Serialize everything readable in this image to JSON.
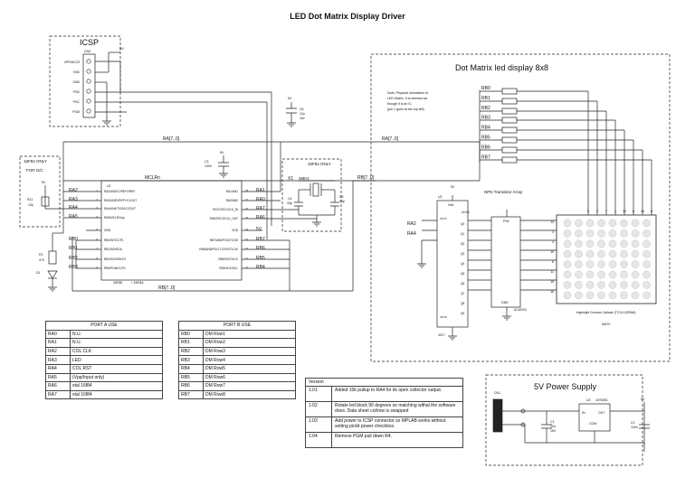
{
  "title": "LED Dot Matrix Display Driver",
  "icsp": {
    "heading": "ICSP",
    "ref": "CN3",
    "vcc": "5V",
    "pins": [
      "VPP/MCLR",
      "VDD",
      "GND",
      "PGD",
      "PGC",
      "PGM"
    ]
  },
  "f84_note": [
    "16F84 ONLY",
    "FOR O/C"
  ],
  "f84_osc": "16F84 ONLY",
  "pullup": {
    "ref": "R11",
    "value": "10k",
    "rail": "5V"
  },
  "led": {
    "r_ref": "R1",
    "r_val": "470",
    "d_ref": "D1"
  },
  "cap3": {
    "ref": "C3",
    "value": "100n",
    "rail": "5V"
  },
  "cap_icsp": {
    "ref": "C6",
    "value": "10u",
    "volt": "16v",
    "rail": "5V"
  },
  "crystal": {
    "ref": "X1",
    "value": "4MHz",
    "c4": "C4",
    "c4v": "33p",
    "c5": "C5",
    "c5v": "33p"
  },
  "mcu": {
    "ref": "U1",
    "part": "16F88",
    "alt": "/ 16F84",
    "mclr": "MCLRn",
    "left_pins": [
      {
        "n": "17",
        "name": "RA0/AN0",
        "net": ""
      },
      {
        "n": "18",
        "name": "RA1/AN1",
        "net": ""
      },
      {
        "n": "1",
        "name": "RA2/AN2/CVREF/VREF-",
        "net": "RA2"
      },
      {
        "n": "2",
        "name": "RA3/AN3/VREF+/C1OUT",
        "net": "RA3"
      },
      {
        "n": "3",
        "name": "RA4/AN4/T0CKI/C2OUT",
        "net": "RA4"
      },
      {
        "n": "4",
        "name": "RA5/MCLR/Vpp",
        "net": "RA5"
      },
      {
        "n": "5",
        "name": "GND",
        "net": ""
      },
      {
        "n": "6",
        "name": "RB0/INT/CCP1",
        "net": "RB0"
      },
      {
        "n": "7",
        "name": "RB1/SDI/SDA",
        "net": "RB1"
      },
      {
        "n": "8",
        "name": "RB2/SDO/RX/DT",
        "net": "RB2"
      },
      {
        "n": "9",
        "name": "RB3/PGM/CCP1",
        "net": "RB3"
      }
    ],
    "right_pins": [
      {
        "n": "18",
        "name": "RA1/AN1",
        "net": "RA1"
      },
      {
        "n": "17",
        "name": "RA0/AN0",
        "net": "RA0"
      },
      {
        "n": "15",
        "name": "RA7/OSC1/CLK_IN",
        "net": "RA7"
      },
      {
        "n": "16",
        "name": "RA6/OSC2/CLK_OUT",
        "net": "RA6"
      },
      {
        "n": "14",
        "name": "VDD",
        "net": "5V"
      },
      {
        "n": "13",
        "name": "RB7/AN6/PGD/T1OSI",
        "net": "RB7"
      },
      {
        "n": "12",
        "name": "RB6/AN5/PGC/T1OSO/T1CKI",
        "net": "RB6"
      },
      {
        "n": "11",
        "name": "RB5/SS/TX/CK",
        "net": "RB5"
      },
      {
        "n": "10",
        "name": "RB4/SCK/SCL",
        "net": "RB4"
      }
    ]
  },
  "buses": {
    "ra": "RA[7..0]",
    "rb": "RB[7..0]"
  },
  "display": {
    "title": "Dot Matrix led display 8x8",
    "note": [
      "Note: Physical orientation of",
      "LED Matrix.  It is oriented as",
      "though it is an IC",
      "(pin 1 goes at the top left)"
    ],
    "rows": [
      "RB0",
      "RB1",
      "RB2",
      "RB3",
      "RB4",
      "RB5",
      "RB6",
      "RB7"
    ],
    "col_pins": [
      "5",
      "2",
      "7",
      "1",
      "12",
      "8",
      "14",
      "9"
    ],
    "row_pins": [
      "13",
      "3",
      "4",
      "10",
      "6",
      "11",
      "15",
      "16"
    ],
    "part_label": "brightright Common Cathode (TC15-11SRWA)",
    "part_ref": "MATX"
  },
  "npn": {
    "title": "NPN Transistor Array",
    "u2": "U2",
    "vdd": "Vdd",
    "vcc": "5V",
    "ref": "ULN1",
    "part": "ULN2003",
    "in_nets": [
      "RA2",
      "RA4"
    ],
    "cnt_labels": [
      "CNT1",
      "CNT0"
    ],
    "pin_label": "P/W",
    "gnd": "GND",
    "u3": "4017",
    "u3pins": [
      "Q0",
      "Q1",
      "Q2",
      "Q3",
      "Q4",
      "Q5",
      "Q6",
      "Q7",
      "Q8",
      "Q9"
    ]
  },
  "port_a": {
    "title": "PORT A USE",
    "rows": [
      [
        "RA0",
        "N.U."
      ],
      [
        "RA1",
        "N.U."
      ],
      [
        "RA2",
        "COL CLK"
      ],
      [
        "RA3",
        "LED"
      ],
      [
        "RA4",
        "COL RST"
      ],
      [
        "RA5",
        "(Vpp/Input only)"
      ],
      [
        "RA6",
        "xtal 16f84"
      ],
      [
        "RA7",
        "xtal 16f84"
      ]
    ]
  },
  "port_b": {
    "title": "PORT B USE",
    "rows": [
      [
        "RB0",
        "DM Row1"
      ],
      [
        "RB1",
        "DM Row2"
      ],
      [
        "RB2",
        "DM Row3"
      ],
      [
        "RB3",
        "DM Row4"
      ],
      [
        "RB4",
        "DM Row5"
      ],
      [
        "RB5",
        "DM Row6"
      ],
      [
        "RB6",
        "DM Row7"
      ],
      [
        "RB7",
        "DM Row8"
      ]
    ]
  },
  "versions": {
    "header": "Version",
    "rows": [
      [
        "1.01",
        "Added 10k pullup to RA4 for its open collector output."
      ],
      [
        "1.02",
        "Rotate led block 90 degrees so matching withal the software does. Data sheet col/row is swapped"
      ],
      [
        "1.03",
        "Add power to ICSP connector so MPLAB works without setting pickit power checkbox."
      ],
      [
        "1.04",
        "Remove PGM pull down R4."
      ]
    ]
  },
  "psu": {
    "title": "5V Power Supply",
    "conn": "CN1",
    "reg": "U3",
    "reg_part": "LM7805C",
    "in": "IN",
    "out": "OUT",
    "com": "COM",
    "c1": "C1",
    "c1v": "10u",
    "c1volt": "16V",
    "c2": "C2",
    "c2v": "100n",
    "rail": "5V"
  }
}
